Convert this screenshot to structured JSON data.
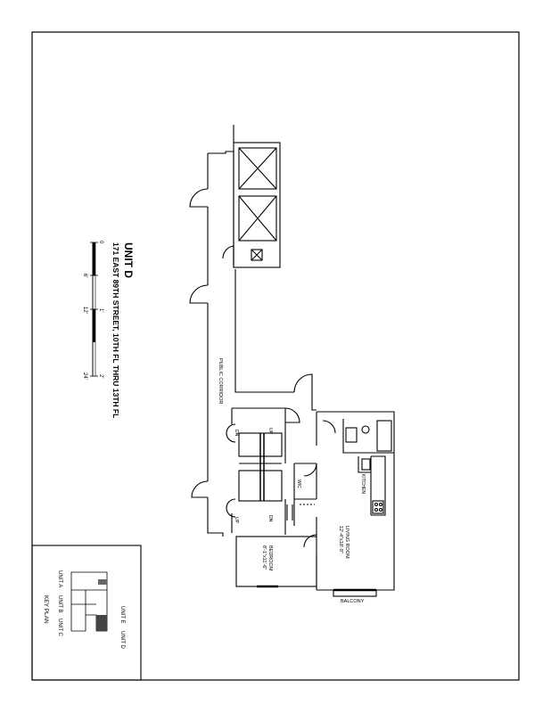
{
  "title": {
    "unit": "UNIT D",
    "address": "171 EAST 89TH STREET, 10TH FL THRU 13TH FL"
  },
  "scale_bar": {
    "ticks": [
      "0",
      "6'",
      "1'",
      "12'",
      "2'",
      "24'"
    ]
  },
  "rooms": {
    "public_corridor": "PUBLIC CORRIDOR",
    "bedroom": "BEDROOM",
    "bedroom_dims": "8'-1\"x11'-6\"",
    "living_room": "LIVING ROOM",
    "living_room_dims": "12'-4\"x18'-9\"",
    "kitchen": "KITCHEN",
    "wic": "WIC",
    "balcony": "BALCONY"
  },
  "stairs": {
    "up_top": "UP",
    "dn_top": "DN",
    "up_bottom": "UP",
    "dn_bottom": "DN"
  },
  "key_plan": {
    "title": "KEY PLAN",
    "unit_a": "UNIT A",
    "unit_b": "UNIT B",
    "unit_c": "UNIT C",
    "unit_d": "UNIT D",
    "unit_e": "UNIT E"
  }
}
